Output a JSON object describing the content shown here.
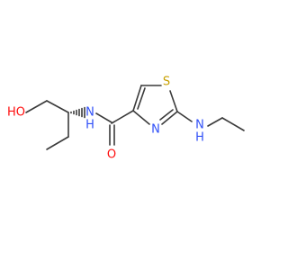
{
  "molecule": {
    "atoms": {
      "ho": {
        "text": "HO",
        "color": "#ff0d0d"
      },
      "nh_amide": {
        "text": "N",
        "color": "#3050f8"
      },
      "h_amide": {
        "text": "H",
        "color": "#3050f8"
      },
      "s_ring": {
        "text": "S",
        "color": "#c8a000"
      },
      "n_ring": {
        "text": "N",
        "color": "#3050f8"
      },
      "n_amine": {
        "text": "N",
        "color": "#3050f8"
      },
      "h_amine": {
        "text": "H",
        "color": "#3050f8"
      },
      "o_carbonyl": {
        "text": "O",
        "color": "#ff0d0d"
      }
    },
    "bond_color": "#3a3a3a"
  }
}
